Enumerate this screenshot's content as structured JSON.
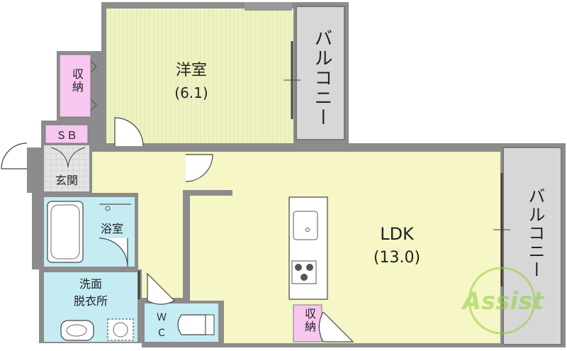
{
  "rooms": {
    "western_room": {
      "name": "洋室",
      "size": "(6.1)"
    },
    "ldk": {
      "name": "LDK",
      "size": "(13.0)"
    },
    "balcony_top": "バルコニー",
    "balcony_right": "バルコニー",
    "storage_top": "収納",
    "storage_bottom": "収納",
    "shoe_box": "ＳＢ",
    "entrance": "玄関",
    "bathroom": "浴室",
    "washroom_line1": "洗面",
    "washroom_line2": "脱衣所",
    "wc_line1": "Ｗ",
    "wc_line2": "Ｃ"
  },
  "logo": {
    "text": "Assist"
  },
  "colors": {
    "wall": "#8c8c8c",
    "western_floor": "#eef2c2",
    "ldk_floor": "#f6f6c6",
    "balcony": "#d7d7d7",
    "storage": "#f7c7f0",
    "wet_area": "#c5ecf3",
    "entrance": "#e0e0e0"
  }
}
